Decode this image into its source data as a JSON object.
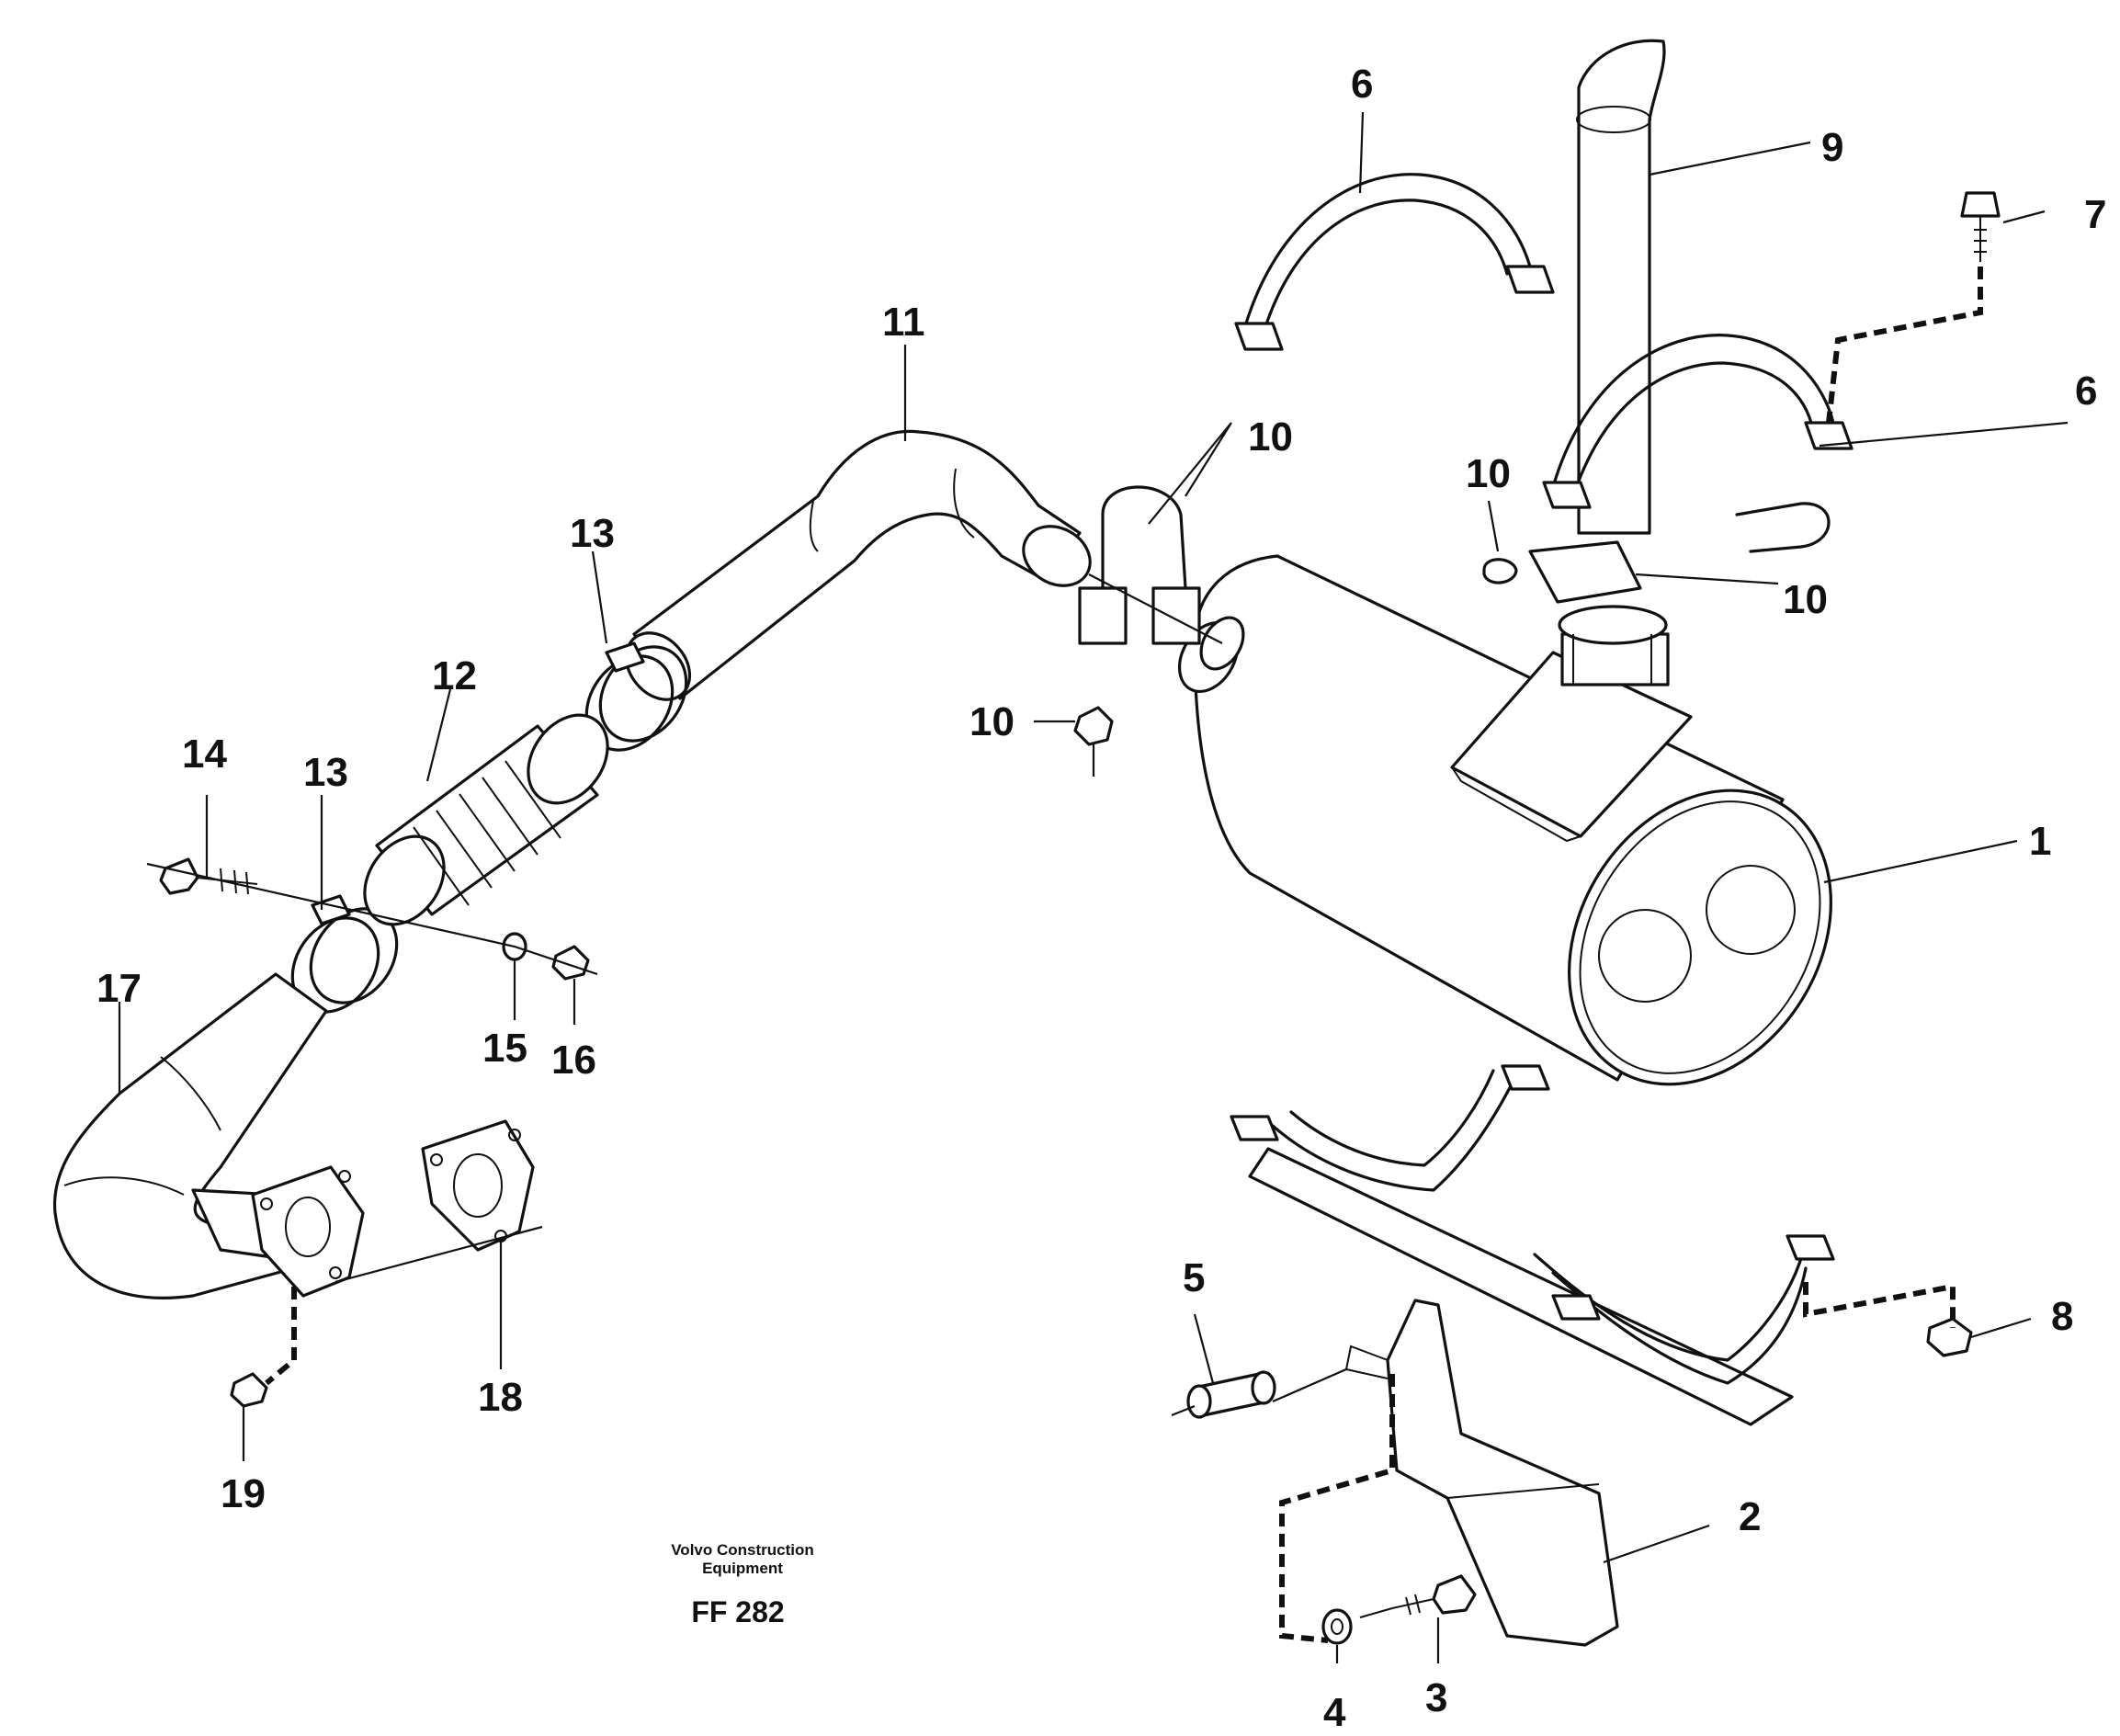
{
  "callouts": {
    "c1": "1",
    "c2": "2",
    "c3": "3",
    "c4": "4",
    "c5": "5",
    "c6a": "6",
    "c6b": "6",
    "c7": "7",
    "c8": "8",
    "c9": "9",
    "c10a": "10",
    "c10b": "10",
    "c10c": "10",
    "c10d": "10",
    "c11": "11",
    "c12": "12",
    "c13a": "13",
    "c13b": "13",
    "c14": "14",
    "c15": "15",
    "c16": "16",
    "c17": "17",
    "c18": "18",
    "c19": "19"
  },
  "caption": {
    "line1": "Volvo Construction",
    "line2": "Equipment",
    "code": "FF 282"
  }
}
